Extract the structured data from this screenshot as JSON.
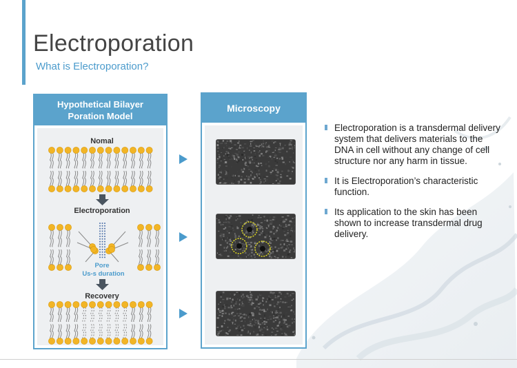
{
  "header": {
    "title": "Electroporation",
    "subtitle": "What is Electroporation?"
  },
  "model_panel": {
    "title_line1": "Hypothetical Bilayer",
    "title_line2": "Poration Model",
    "stage_nomal": "Nomal",
    "stage_electroporation": "Electroporation",
    "pore_label": "Pore",
    "duration_label": "Us-s duration",
    "stage_recovery": "Recovery"
  },
  "microscopy_panel": {
    "title": "Microscopy"
  },
  "bullets": [
    "Electroporation is a transdermal delivery system that delivers materials to the DNA in cell without any change of cell structure nor any harm in tissue.",
    "It is Electroporation’s characteristic function.",
    "Its application to the skin has been shown to increase transdermal drug delivery."
  ],
  "colors": {
    "accent": "#5ba3cc",
    "lipid_head": "#f2b526",
    "highlight_circle": "#e8e020",
    "arrow": "#4b9bcc"
  }
}
